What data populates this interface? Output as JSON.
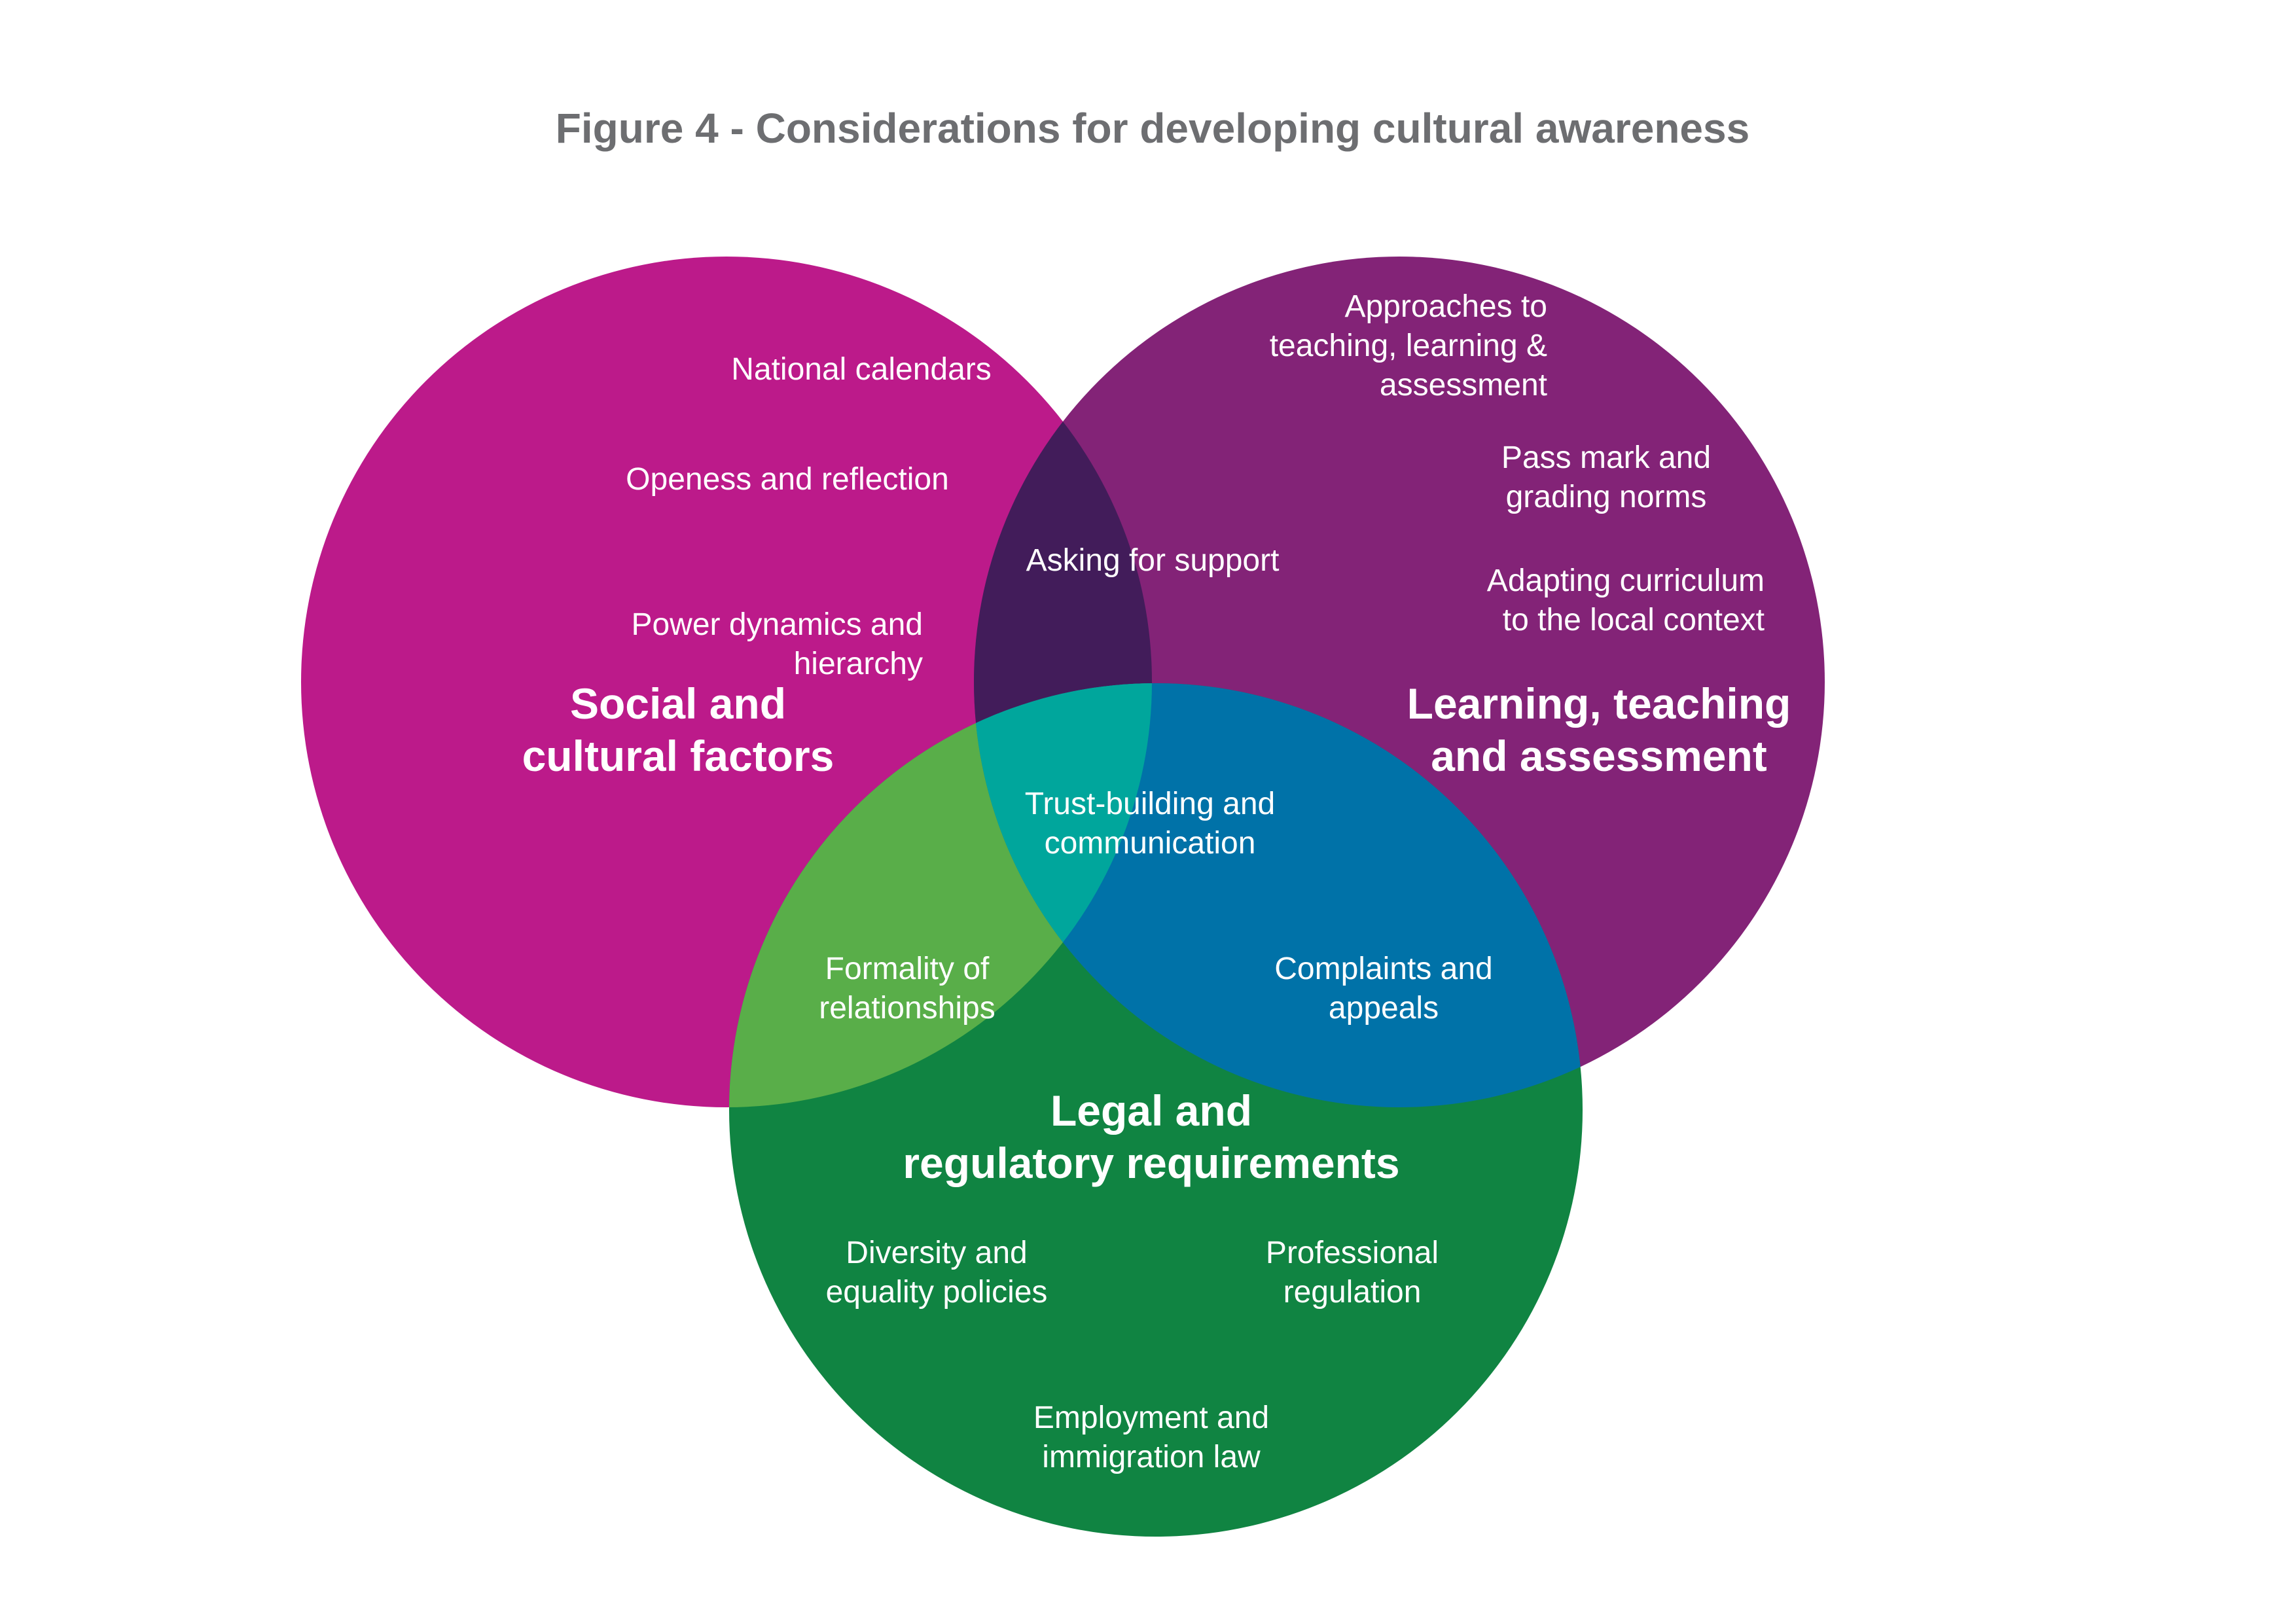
{
  "title": "Figure 4 - Considerations for developing cultural awareness",
  "colors": {
    "title": "#6d6e71",
    "social": "#bc1a8a",
    "learning": "#832377",
    "legal": "#108442",
    "social_learning": "#421c5a",
    "social_legal": "#59ae49",
    "learning_legal": "#0072a8",
    "center": "#00a69c",
    "text": "#ffffff"
  },
  "circles": {
    "social": {
      "heading": [
        "Social and",
        "cultural factors"
      ],
      "items": [
        [
          "National calendars"
        ],
        [
          "Openess and reflection"
        ],
        [
          "Power dynamics and",
          "hierarchy"
        ]
      ]
    },
    "learning": {
      "heading": [
        "Learning, teaching",
        "and assessment"
      ],
      "items": [
        [
          "Approaches to",
          "teaching, learning &",
          "assessment"
        ],
        [
          "Pass mark and",
          "grading norms"
        ],
        [
          "Adapting curriculum",
          "to the local context"
        ]
      ]
    },
    "legal": {
      "heading": [
        "Legal and",
        "regulatory requirements"
      ],
      "items": [
        [
          "Diversity and",
          "equality policies"
        ],
        [
          "Professional",
          "regulation"
        ],
        [
          "Employment and",
          "immigration law"
        ]
      ]
    }
  },
  "overlaps": {
    "social_learning": [
      "Asking for support"
    ],
    "social_legal": [
      "Formality of",
      "relationships"
    ],
    "learning_legal": [
      "Complaints and",
      "appeals"
    ],
    "center": [
      "Trust-building and",
      "communication"
    ]
  }
}
